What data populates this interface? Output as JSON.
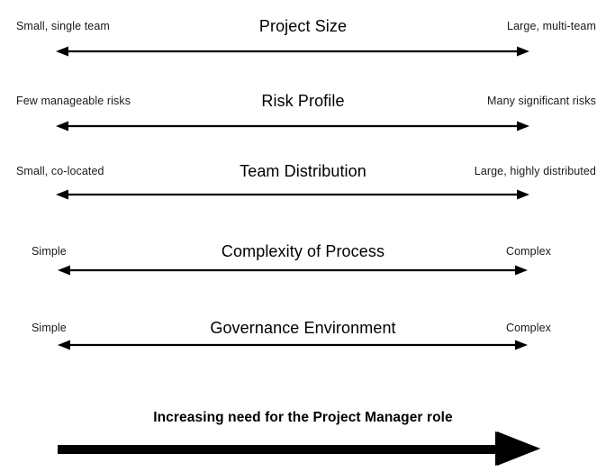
{
  "diagram": {
    "title": "Increasing need for the Project Manager role",
    "colors": {
      "ink": "#000000",
      "text": "#1a1a1a",
      "background": "#ffffff"
    },
    "rows": [
      {
        "name": "project-size",
        "center": "Project Size",
        "left": "Small, single team",
        "right": "Large, multi-team"
      },
      {
        "name": "risk-profile",
        "center": "Risk Profile",
        "left": "Few manageable risks",
        "right": "Many significant risks"
      },
      {
        "name": "team-distribution",
        "center": "Team Distribution",
        "left": "Small, co-located",
        "right": "Large, highly distributed"
      },
      {
        "name": "complexity-of-process",
        "center": "Complexity of Process",
        "left": "Simple",
        "right": "Complex"
      },
      {
        "name": "governance-environment",
        "center": "Governance Environment",
        "left": "Simple",
        "right": "Complex"
      }
    ],
    "summary_arrow": {
      "caption": "Increasing need for the Project Manager role",
      "direction": "right"
    }
  },
  "chart_data": {
    "type": "diagram",
    "title": "Increasing need for the Project Manager role",
    "subtype": "bipolar-continuum-scales",
    "axes": [
      {
        "dimension": "Project Size",
        "low": "Small, single team",
        "high": "Large, multi-team"
      },
      {
        "dimension": "Risk Profile",
        "low": "Few manageable risks",
        "high": "Many significant risks"
      },
      {
        "dimension": "Team Distribution",
        "low": "Small, co-located",
        "high": "Large, highly distributed"
      },
      {
        "dimension": "Complexity of Process",
        "low": "Simple",
        "high": "Complex"
      },
      {
        "dimension": "Governance Environment",
        "low": "Simple",
        "high": "Complex"
      }
    ],
    "legend": [],
    "annotations": [
      "Increasing need for the Project Manager role"
    ],
    "grid": false
  }
}
